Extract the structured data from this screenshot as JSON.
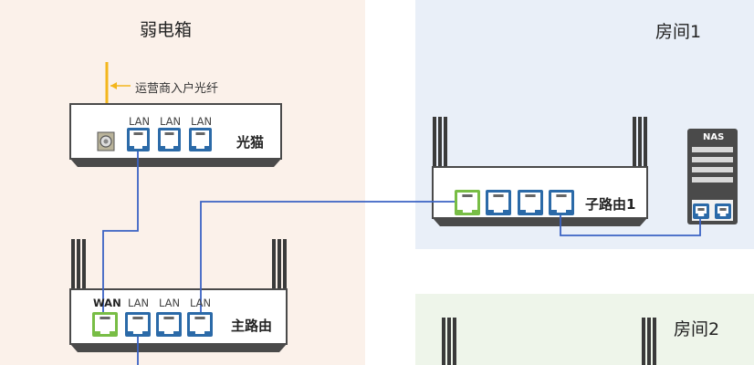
{
  "zones": {
    "weak_box": {
      "title": "弱电箱"
    },
    "room1": {
      "title": "房间1"
    },
    "room2": {
      "title": "房间2"
    }
  },
  "fiber_annotation": "运营商入户光纤",
  "optical_modem": {
    "label": "光猫",
    "ports": [
      "LAN",
      "LAN",
      "LAN"
    ]
  },
  "main_router": {
    "label": "主路由",
    "ports": [
      "WAN",
      "LAN",
      "LAN",
      "LAN"
    ]
  },
  "sub_router": {
    "label": "子路由1"
  },
  "nas": {
    "label": "NAS"
  },
  "colors": {
    "port_blue": "#2b6aa8",
    "port_green": "#78bd45",
    "cable": "#3b63c4",
    "fiber": "#f3b61c",
    "device_dark": "#4a4a4a"
  }
}
